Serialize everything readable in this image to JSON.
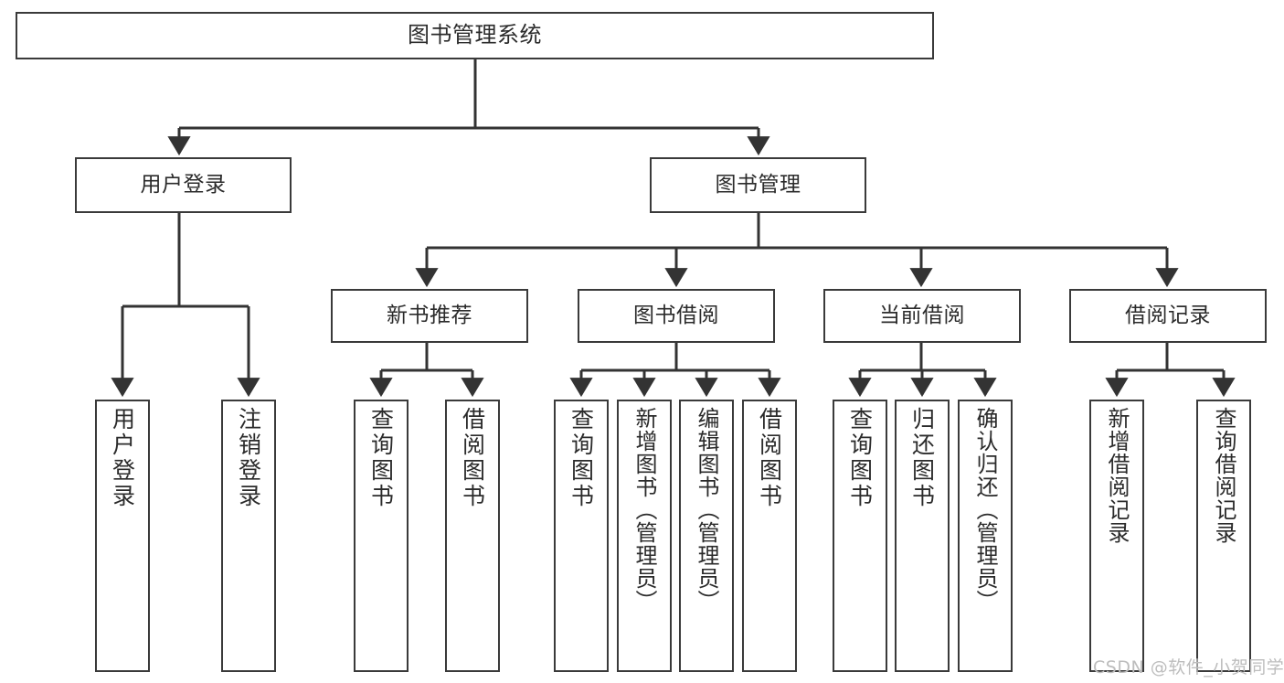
{
  "diagram": {
    "title": "图书管理系统",
    "type": "tree-hierarchy",
    "orientation": "top-down",
    "background_color": "#ffffff",
    "box_border_color": "#3a3a3a",
    "connector_color": "#333333",
    "text_color": "#2b2b2b"
  },
  "nodes": {
    "root": {
      "label": "图书管理系统"
    },
    "level2": {
      "user_login": {
        "label": "用户登录"
      },
      "book_manage": {
        "label": "图书管理"
      }
    },
    "level3": {
      "new_book_recommend": {
        "label": "新书推荐"
      },
      "book_borrow": {
        "label": "图书借阅"
      },
      "current_borrow": {
        "label": "当前借阅"
      },
      "borrow_record": {
        "label": "借阅记录"
      }
    },
    "leaves": {
      "user_login_children": [
        {
          "label": "用户登录"
        },
        {
          "label": "注销登录"
        }
      ],
      "new_book_recommend_children": [
        {
          "label": "查询图书"
        },
        {
          "label": "借阅图书"
        }
      ],
      "book_borrow_children": [
        {
          "label": "查询图书"
        },
        {
          "label": "新增图书（管理员）"
        },
        {
          "label": "编辑图书（管理员）"
        },
        {
          "label": "借阅图书"
        }
      ],
      "current_borrow_children": [
        {
          "label": "查询图书"
        },
        {
          "label": "归还图书"
        },
        {
          "label": "确认归还（管理员）"
        }
      ],
      "borrow_record_children": [
        {
          "label": "新增借阅记录"
        },
        {
          "label": "查询借阅记录"
        }
      ]
    }
  },
  "watermark": {
    "text": "CSDN @软件_小贺同学"
  }
}
